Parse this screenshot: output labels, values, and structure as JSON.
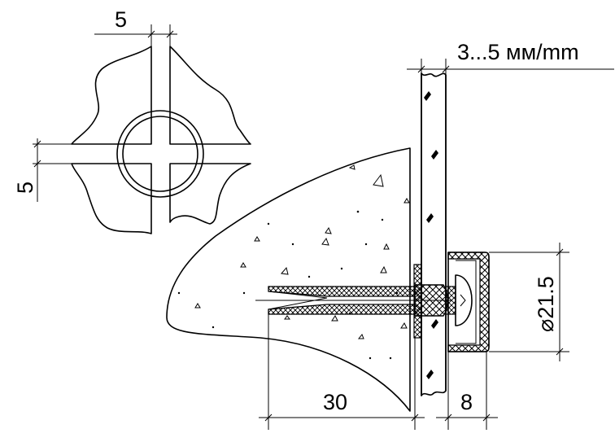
{
  "labels": {
    "gap_top": "5",
    "gap_left": "5",
    "glass_thickness": "3...5 мм/mm",
    "diameter": "⌀21.5",
    "depth": "30",
    "cap_width": "8"
  }
}
